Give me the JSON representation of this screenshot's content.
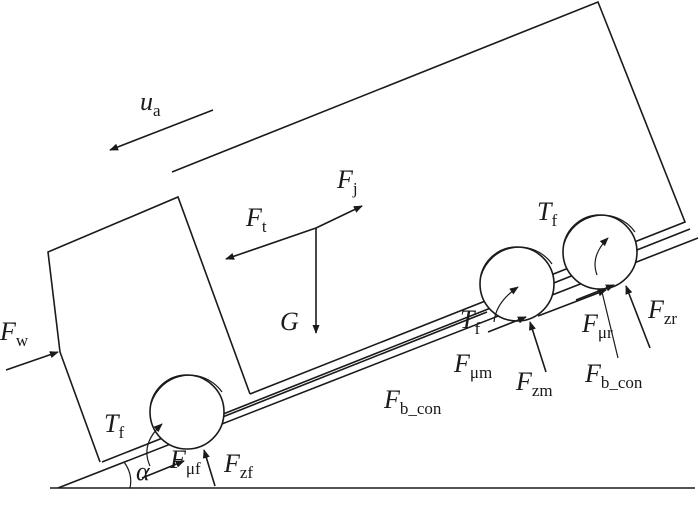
{
  "labels": {
    "ua": {
      "main": "u",
      "sub": "a"
    },
    "Fw": {
      "main": "F",
      "sub": "w"
    },
    "Ft": {
      "main": "F",
      "sub": "t"
    },
    "Fj": {
      "main": "F",
      "sub": "j"
    },
    "G": {
      "main": "G"
    },
    "Tf_front": {
      "main": "T",
      "sub": "f"
    },
    "Tf_mid": {
      "main": "T",
      "sub": "f"
    },
    "Tf_rear": {
      "main": "T",
      "sub": "f"
    },
    "Fmuf": {
      "main": "F",
      "sub": "μf"
    },
    "Fzf": {
      "main": "F",
      "sub": "zf"
    },
    "Fmum": {
      "main": "F",
      "sub": "μm"
    },
    "Fzm": {
      "main": "F",
      "sub": "zm"
    },
    "Fmur": {
      "main": "F",
      "sub": "μr"
    },
    "Fzr": {
      "main": "F",
      "sub": "zr"
    },
    "Fbcon_mid": {
      "main": "F",
      "sub": "b_con"
    },
    "Fbcon_rear": {
      "main": "F",
      "sub": "b_con"
    },
    "alpha": "α"
  }
}
